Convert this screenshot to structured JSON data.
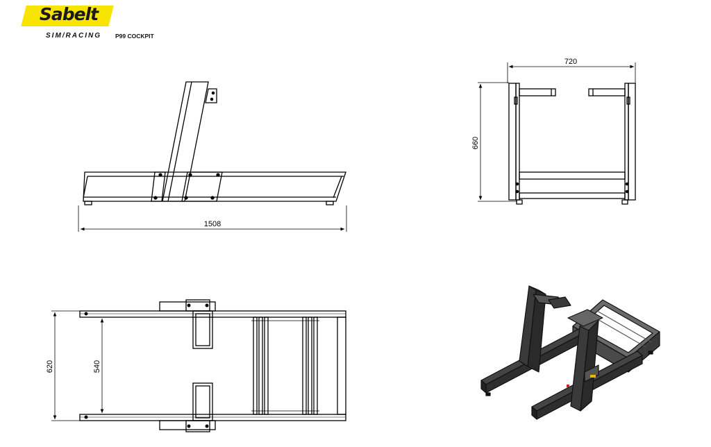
{
  "header": {
    "logo_text": "Sabelt",
    "sub_brand": "SIM/RACING",
    "product": "P99 COCKPIT"
  },
  "views": {
    "side": {
      "length_label": "1508"
    },
    "front": {
      "width_label": "720",
      "height_label": "660"
    },
    "top": {
      "outer_width_label": "620",
      "inner_width_label": "540"
    },
    "iso": {}
  },
  "colors": {
    "brand_yellow": "#f7e400",
    "line": "#000000",
    "iso_frame": "#3a3a3a"
  }
}
